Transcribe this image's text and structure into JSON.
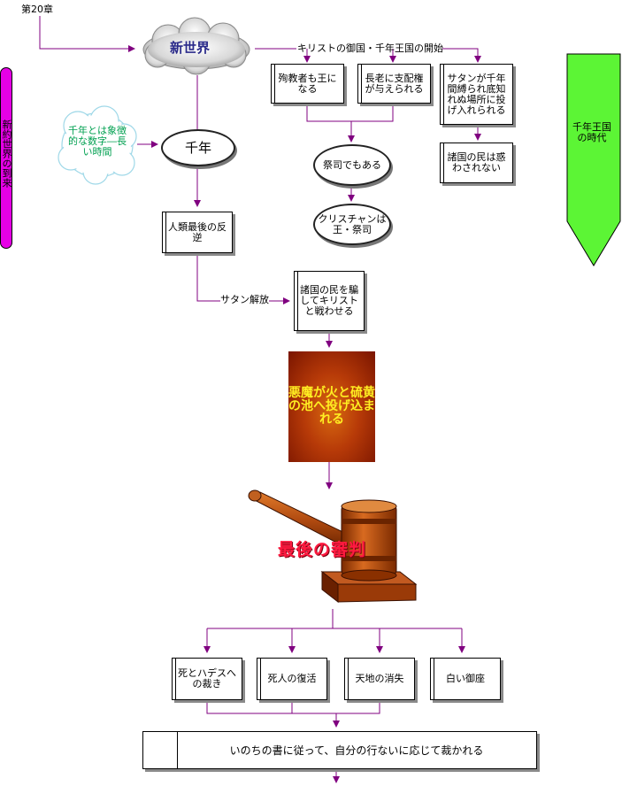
{
  "chapter": "第20章",
  "side_label": "新約世界の到来",
  "new_world": "新世界",
  "kingdom_start": "キリストの御国・千年王国の開始",
  "martyrs": "殉教者も王になる",
  "elders": "長老に支配権が与えられる",
  "satan_bound": "サタンが千年間縛られ底知れぬ場所に投げ入れられる",
  "nations_not_deceived": "諸国の民は惑わされない",
  "priests": "祭司でもある",
  "christians": "クリスチャンは王・祭司",
  "thousand_note": "千年とは象徴的な数字―長い時間",
  "thousand": "千年",
  "last_rebellion": "人類最後の反逆",
  "satan_released": "サタン解放",
  "deceive_nations": "諸国の民を騙してキリストと戦わせる",
  "devil_lake": "悪魔が火と硫黄の池へ投げ込まれる",
  "last_judgment": "最後の審判",
  "millennium_period": "千年王国の時代",
  "judgments": [
    "死とハデスへの裁き",
    "死人の復活",
    "天地の消失",
    "白い御座"
  ],
  "final": "いのちの書に従って、自分の行ないに応じて裁かれる",
  "colors": {
    "arrow": "#800080",
    "green_banner": "#5cf535",
    "side_pill": "#e600e6",
    "judge_text": "#ff1a40",
    "note_text": "#00a050"
  }
}
